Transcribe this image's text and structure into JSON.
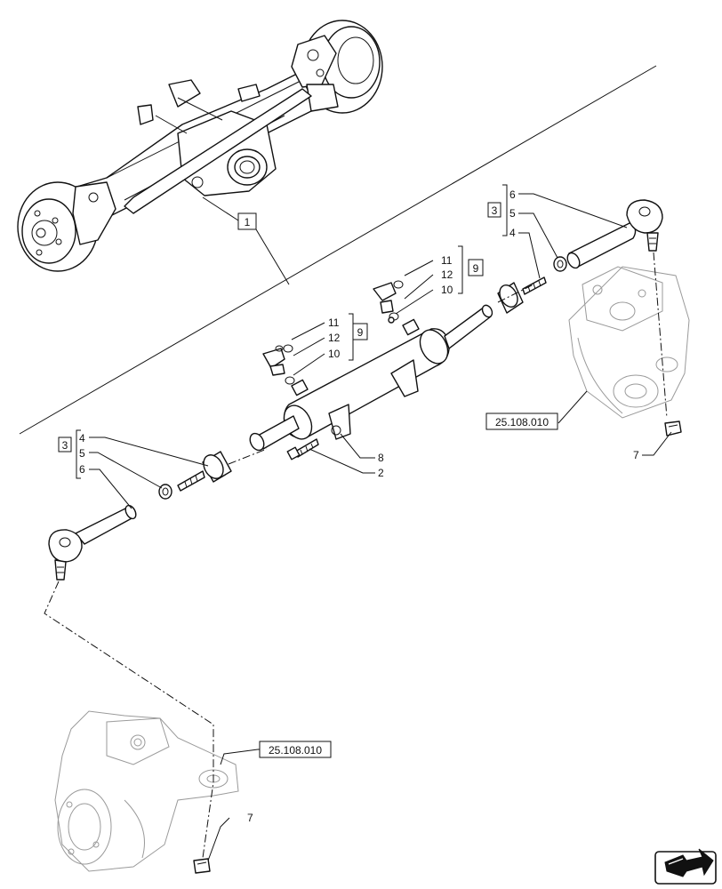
{
  "callouts": {
    "assembly": "1",
    "hose_kit": "9",
    "tie_rod_kit": "3",
    "hose_right": {
      "top": "11",
      "mid": "12",
      "bot": "10"
    },
    "hose_left": {
      "top": "11",
      "mid": "12",
      "bot": "10"
    },
    "tie_rod_right": {
      "top": "6",
      "mid": "5",
      "bot": "4"
    },
    "tie_rod_left": {
      "top": "4",
      "mid": "5",
      "bot": "6"
    },
    "bolt": "2",
    "cylinder": "8",
    "nut_right": "7",
    "nut_left": "7"
  },
  "references": {
    "hub_right": "25.108.010",
    "hub_left": "25.108.010"
  },
  "navigation_icon": "next-page-arrow-icon"
}
